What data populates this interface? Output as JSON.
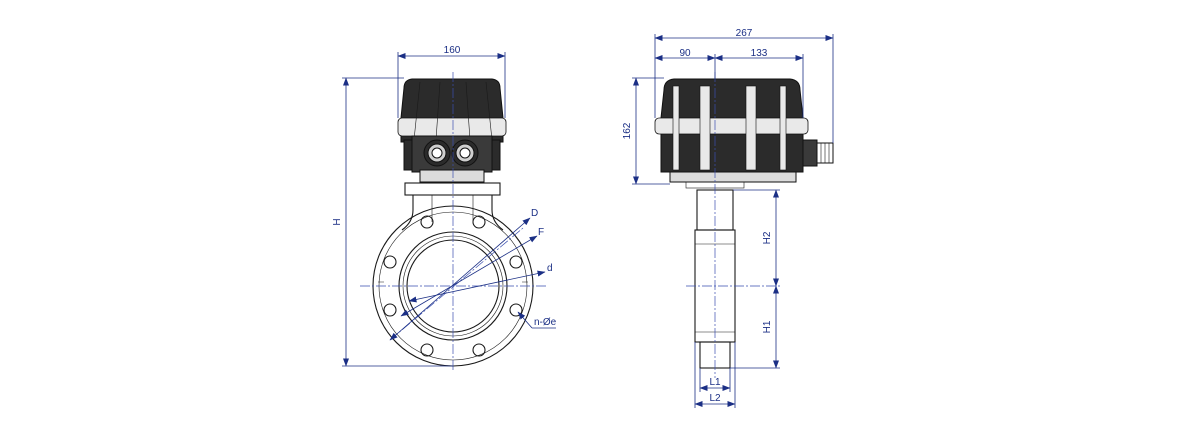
{
  "colors": {
    "dimension": "#1b2f85",
    "body": "#1a1a1a",
    "actuator": "#2b2b2b",
    "background": "#ffffff"
  },
  "front_view": {
    "dim_width_top": "160",
    "dim_height": "H",
    "dim_D": "D",
    "dim_F": "F",
    "dim_d": "d",
    "dim_holes": "n-Øe"
  },
  "side_view": {
    "dim_total_width": "267",
    "dim_left_width": "90",
    "dim_right_width": "133",
    "dim_actuator_height": "162",
    "dim_H2": "H2",
    "dim_H1": "H1",
    "dim_L1": "L1",
    "dim_L2": "L2"
  }
}
